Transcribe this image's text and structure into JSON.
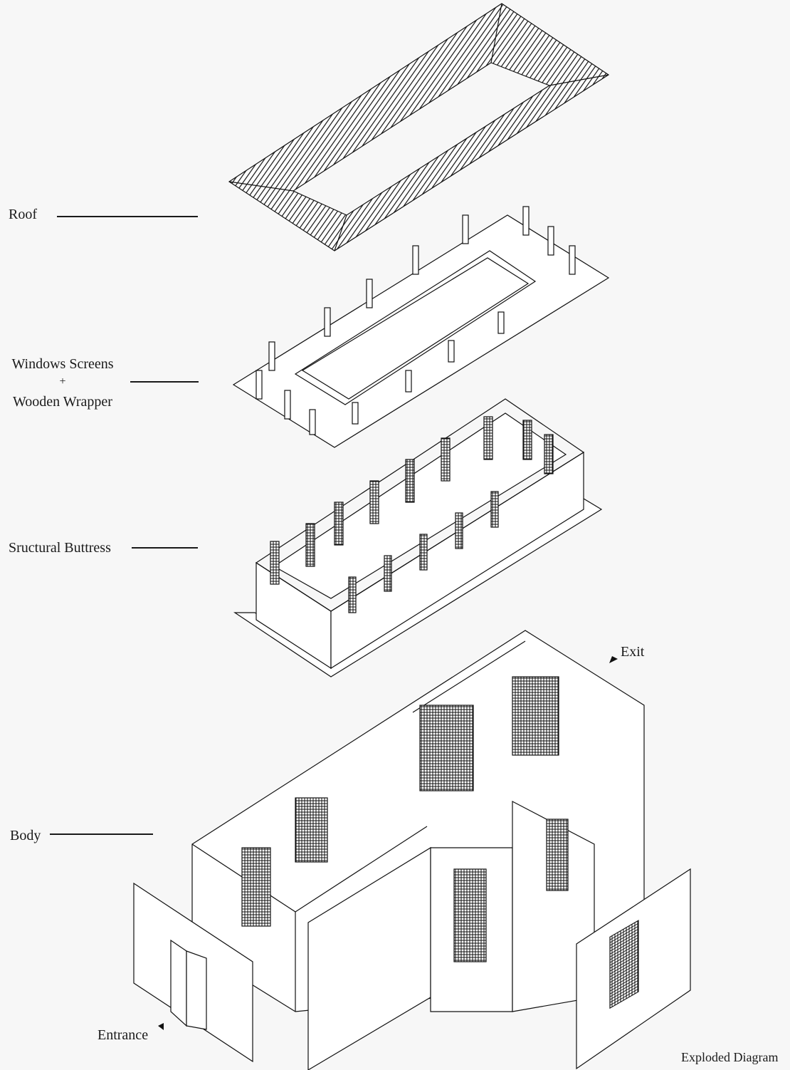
{
  "labels": {
    "roof": "Roof",
    "windows_screens": "Windows  Screens",
    "plus": "+",
    "wooden_wrapper": "Wooden Wrapper",
    "structural_buttress": "Sructural Buttress",
    "body": "Body",
    "exit": "Exit",
    "entrance": "Entrance",
    "caption": "Exploded Diagram"
  },
  "colors": {
    "line": "#1a1a1a",
    "background": "#f7f7f7",
    "fill": "#ffffff"
  }
}
